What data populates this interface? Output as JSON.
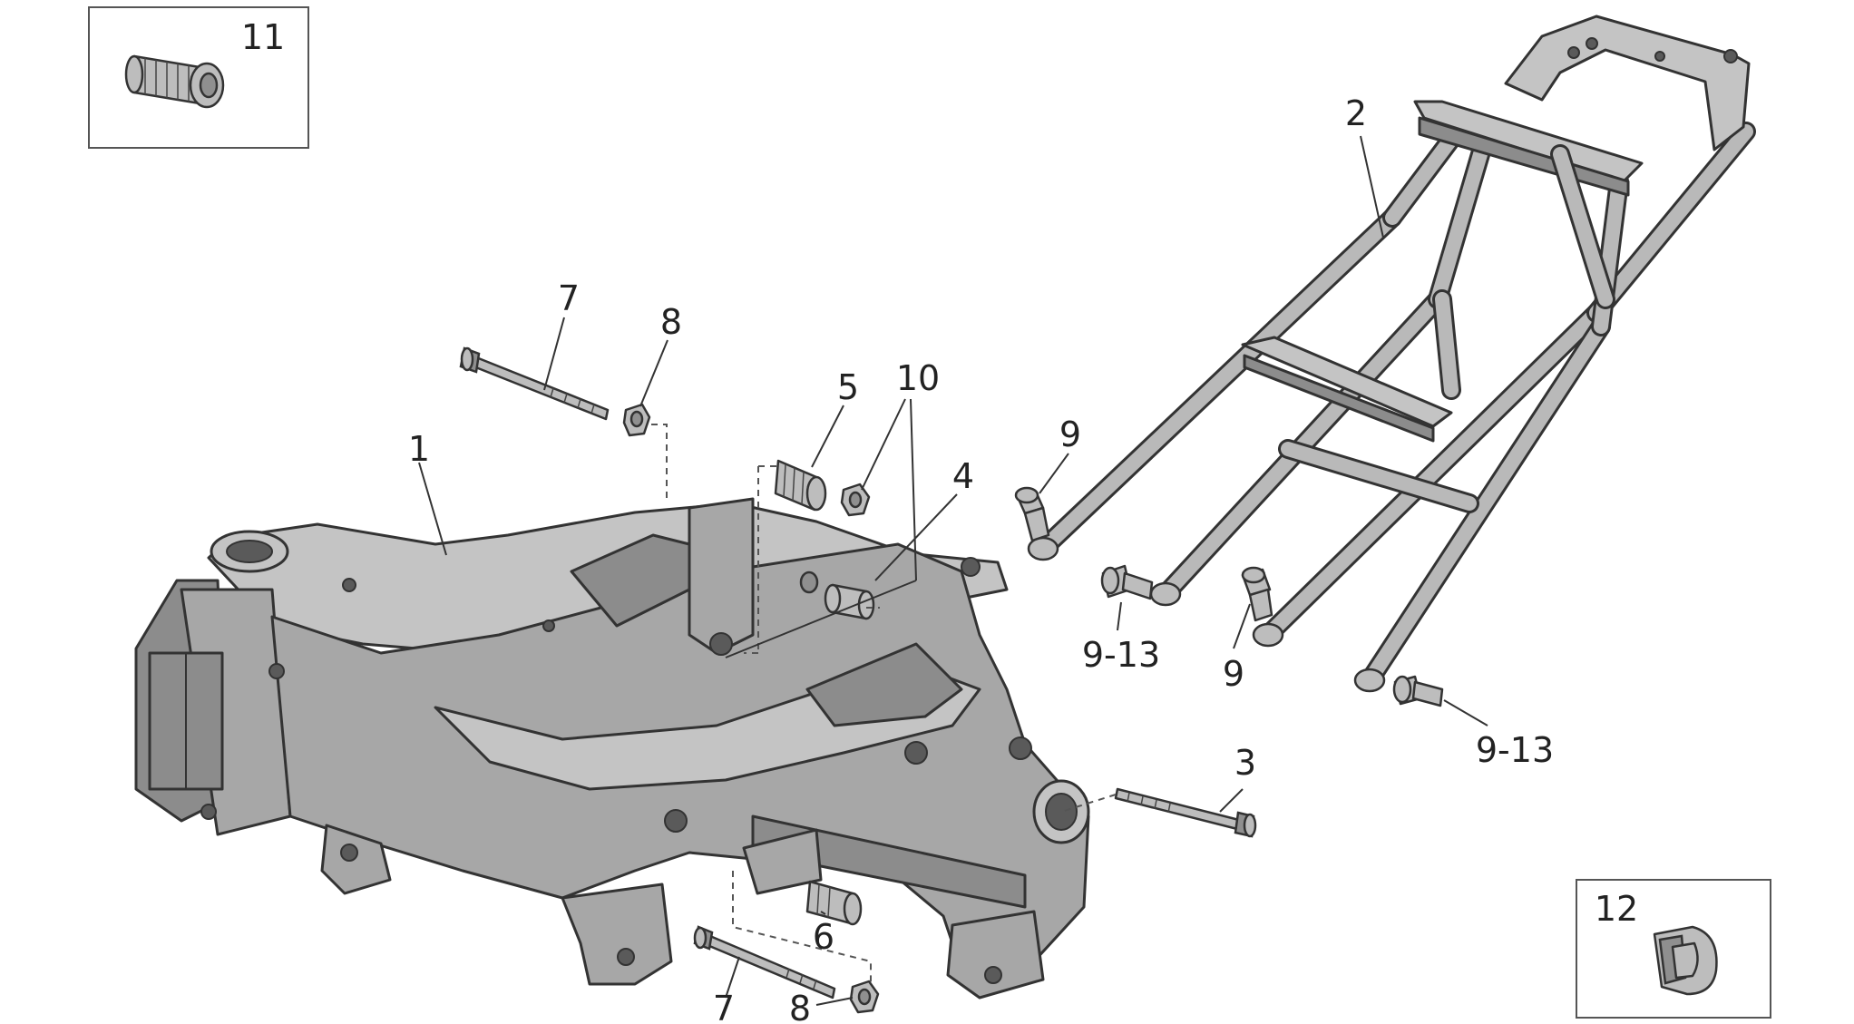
{
  "labels": {
    "part_1": "1",
    "part_2": "2",
    "part_3": "3",
    "part_4": "4",
    "part_5": "5",
    "part_6": "6",
    "part_7_top": "7",
    "part_7_bottom": "7",
    "part_8_top": "8",
    "part_8_bottom": "8",
    "part_9_left": "9",
    "part_9_mid": "9",
    "part_9_13_left": "9-13",
    "part_9_13_right": "9-13",
    "part_10": "10",
    "part_11": "11",
    "part_12": "12"
  },
  "colors": {
    "frame": "#a7a7a7",
    "frame_dark": "#8c8c8c",
    "outline": "#333333",
    "background": "#ffffff"
  }
}
